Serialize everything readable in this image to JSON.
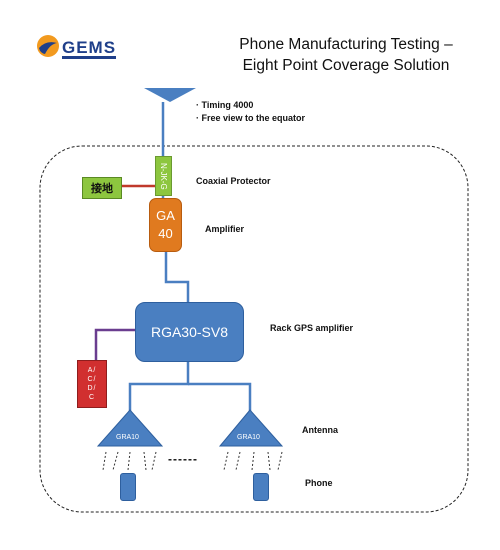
{
  "header": {
    "logo_text": "GEMS",
    "title_line1": "Phone Manufacturing Testing –",
    "title_line2": "Eight Point Coverage Solution"
  },
  "diagram": {
    "notes": [
      "· Timing 4000",
      "· Free view to the equator"
    ],
    "ground_label": "接地",
    "protector_text": "N-JK-G",
    "protector_label": "Coaxial Protector",
    "amplifier_line1": "GA",
    "amplifier_line2": "40",
    "amplifier_label": "Amplifier",
    "rack_text": "RGA30-SV8",
    "rack_label": "Rack GPS amplifier",
    "acdc_text": "A/C/D/C",
    "antenna_text": "GRA10",
    "antenna_label": "Antenna",
    "phone_label": "Phone",
    "ellipsis": "------"
  },
  "colors": {
    "cable": "#4a7fc1",
    "amplifier": "#e07a1f",
    "protector": "#8dc63f",
    "ground_wire": "#c0392b",
    "power_wire": "#6a3d8f",
    "power_box": "#d12f2f"
  }
}
